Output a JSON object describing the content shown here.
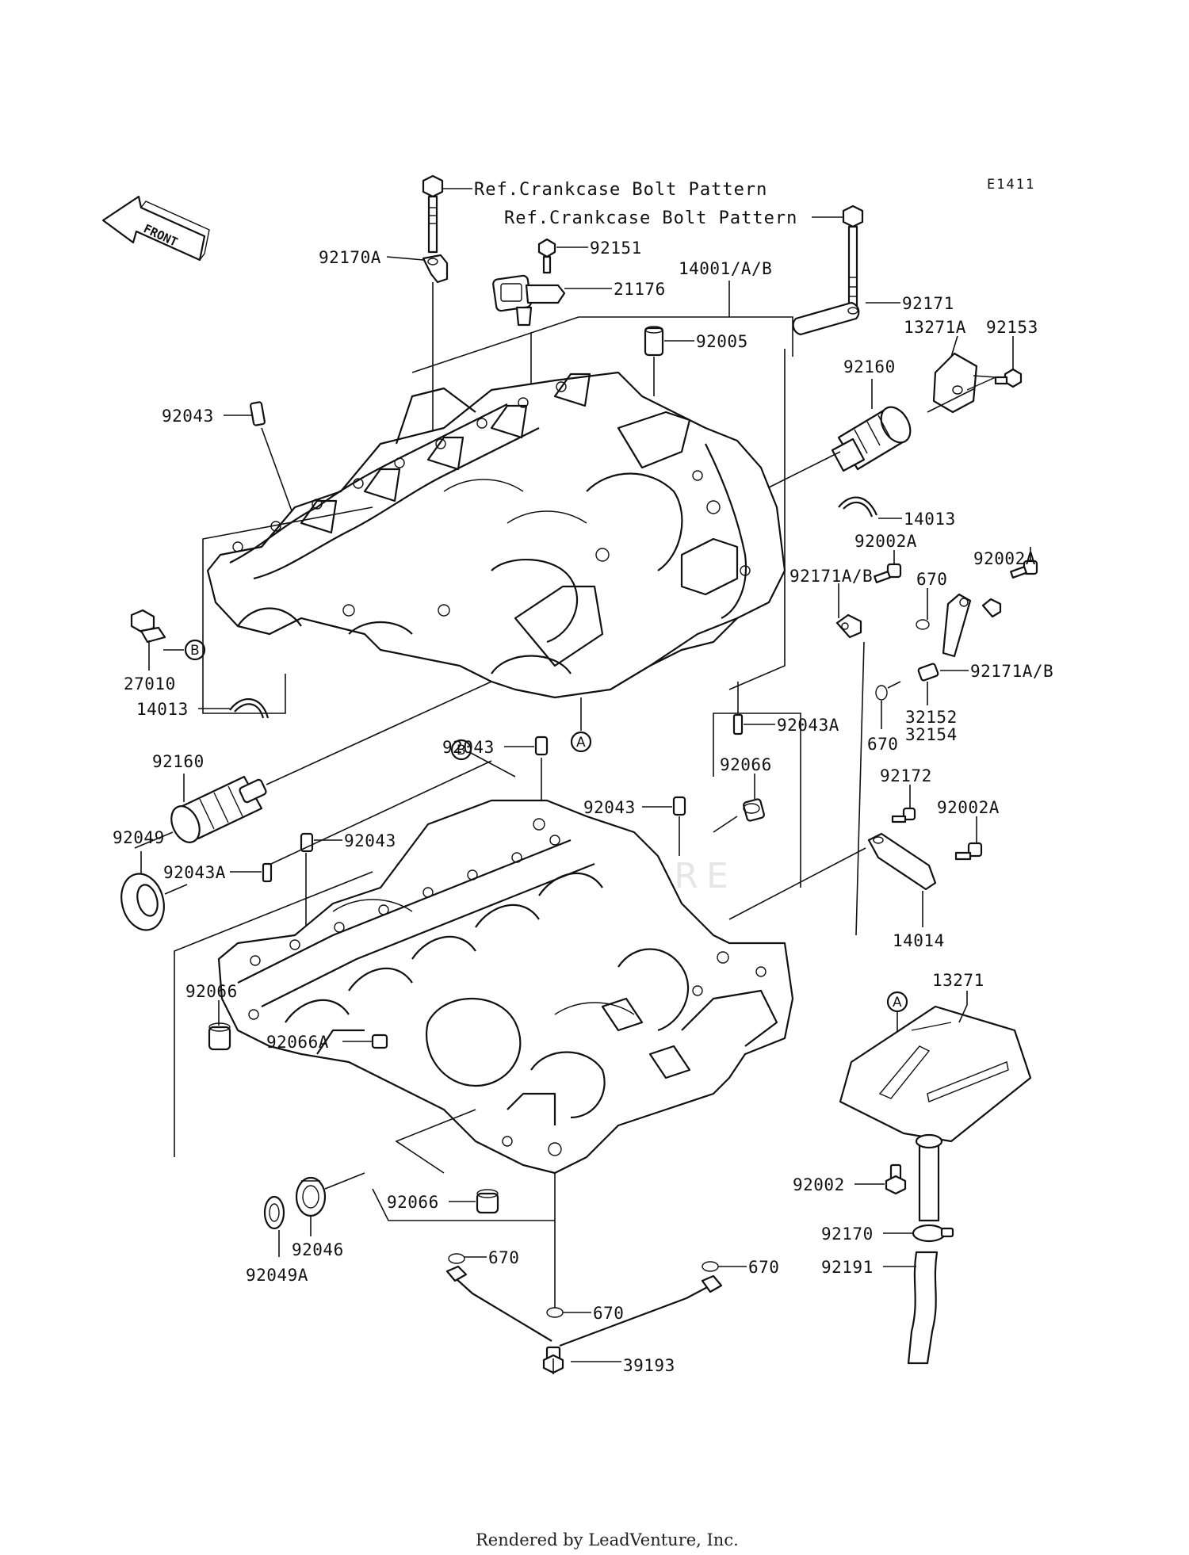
{
  "diagram": {
    "code": "E1411",
    "front_label": "FRONT",
    "ref_labels": [
      "Ref.Crankcase Bolt Pattern",
      "Ref.Crankcase Bolt Pattern"
    ],
    "callouts": {
      "p92170A": "92170A",
      "p92151": "92151",
      "p21176": "21176",
      "p14001": "14001/A/B",
      "p92171": "92171",
      "p13271A": "13271A",
      "p92153": "92153",
      "p92005": "92005",
      "p92160_top": "92160",
      "p92043_top": "92043",
      "p14013_right": "14013",
      "p92002A_1": "92002A",
      "p92002A_2": "92002A",
      "p92171AB_1": "92171A/B",
      "p670_1": "670",
      "p92171AB_2": "92171A/B",
      "p27010": "27010",
      "p14013_left": "14013",
      "p32152": "32152",
      "p32154": "32154",
      "p670_2": "670",
      "p92043A_right": "92043A",
      "p92043_mid1": "92043",
      "p92066_top": "92066",
      "p92043_mid2": "92043",
      "p92172": "92172",
      "p92002A_3": "92002A",
      "p92160_left": "92160",
      "p92049": "92049",
      "p92043_left": "92043",
      "p92043A_left": "92043A",
      "p14014": "14014",
      "p13271": "13271",
      "p92066_left": "92066",
      "p92066A": "92066A",
      "p92002": "92002",
      "p92066_bottom": "92066",
      "p92170": "92170",
      "p92046": "92046",
      "p92049A": "92049A",
      "p92191": "92191",
      "p670_3": "670",
      "p670_4": "670",
      "p670_5": "670",
      "p39193": "39193"
    },
    "markers": {
      "A": "A",
      "B": "B"
    },
    "watermark": "LEADVENTURE",
    "footer": "Rendered by LeadVenture, Inc."
  }
}
